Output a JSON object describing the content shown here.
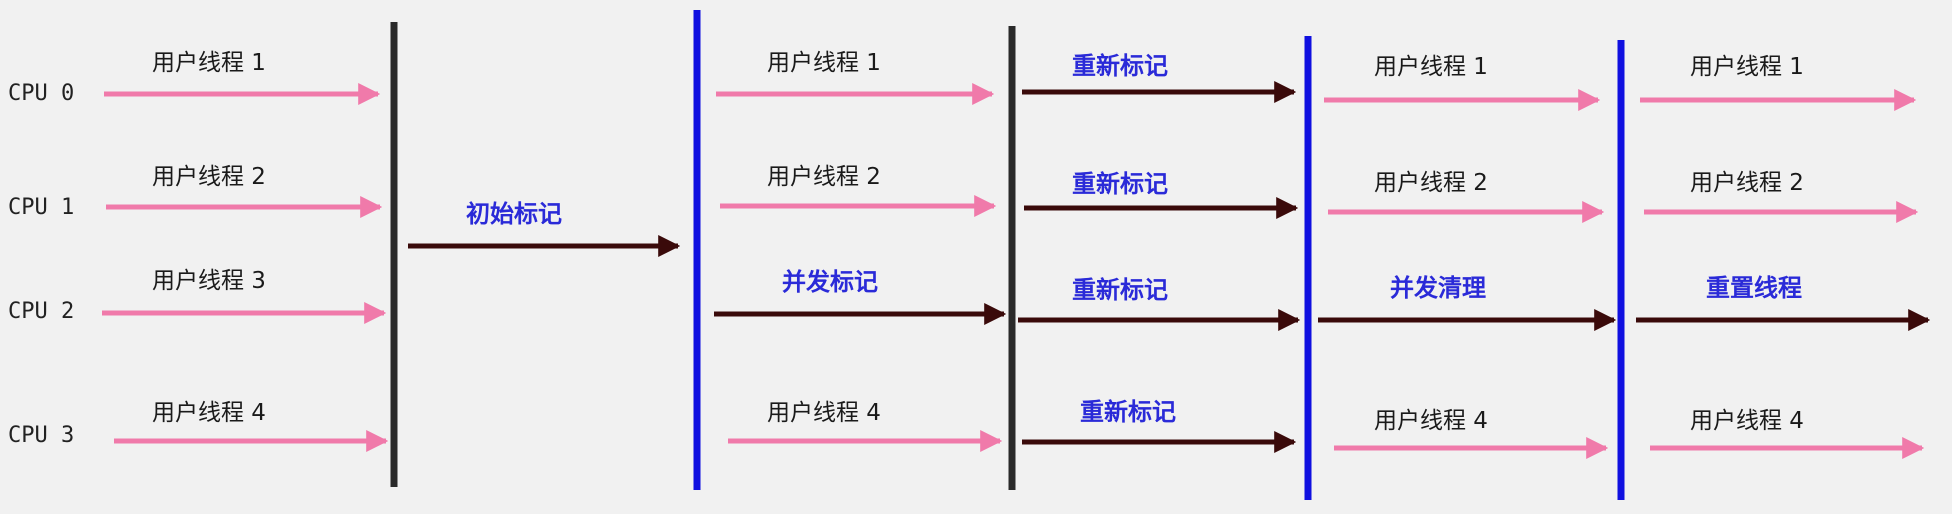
{
  "colors": {
    "background": "#f1f1f1",
    "user_thread_arrow": "#f07aaa",
    "gc_arrow": "#3a0a0a",
    "gc_label": "#2a2ad8",
    "stw_barrier": "#2a2a2a",
    "concurrent_barrier": "#1010e0"
  },
  "cpus": [
    {
      "label": "CPU 0"
    },
    {
      "label": "CPU 1"
    },
    {
      "label": "CPU 2"
    },
    {
      "label": "CPU 3"
    }
  ],
  "phases": {
    "p1": {
      "rows": [
        {
          "kind": "user",
          "label": "用户线程 1"
        },
        {
          "kind": "user",
          "label": "用户线程 2"
        },
        {
          "kind": "user",
          "label": "用户线程 3"
        },
        {
          "kind": "user",
          "label": "用户线程 4"
        }
      ]
    },
    "p2": {
      "single": {
        "kind": "gc",
        "label": "初始标记"
      }
    },
    "p3": {
      "rows": [
        {
          "kind": "user",
          "label": "用户线程 1"
        },
        {
          "kind": "user",
          "label": "用户线程 2"
        },
        {
          "kind": "gc",
          "label": "并发标记"
        },
        {
          "kind": "user",
          "label": "用户线程 4"
        }
      ]
    },
    "p4": {
      "rows": [
        {
          "kind": "gc",
          "label": "重新标记"
        },
        {
          "kind": "gc",
          "label": "重新标记"
        },
        {
          "kind": "gc",
          "label": "重新标记"
        },
        {
          "kind": "gc",
          "label": "重新标记"
        }
      ]
    },
    "p5": {
      "rows": [
        {
          "kind": "user",
          "label": "用户线程 1"
        },
        {
          "kind": "user",
          "label": "用户线程 2"
        },
        {
          "kind": "gc",
          "label": "并发清理"
        },
        {
          "kind": "user",
          "label": "用户线程 4"
        }
      ]
    },
    "p6": {
      "rows": [
        {
          "kind": "user",
          "label": "用户线程 1"
        },
        {
          "kind": "user",
          "label": "用户线程 2"
        },
        {
          "kind": "gc",
          "label": "重置线程"
        },
        {
          "kind": "user",
          "label": "用户线程 4"
        }
      ]
    }
  }
}
